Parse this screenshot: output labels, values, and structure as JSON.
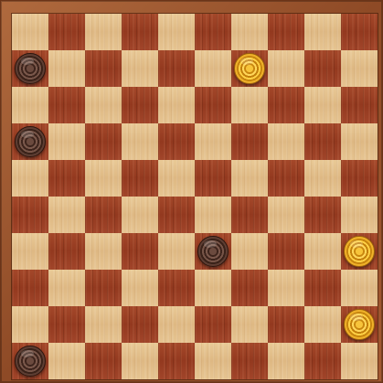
{
  "board": {
    "size": 10,
    "colors": {
      "light_square": "#e2bf8b",
      "dark_square": "#9a3f24",
      "frame": "#a35a32",
      "dark_piece": "#5e3e33",
      "light_piece": "#f0b12a"
    },
    "pieces": [
      {
        "row": 1,
        "col": 0,
        "color": "dark",
        "icon": "dark-checker-icon"
      },
      {
        "row": 1,
        "col": 6,
        "color": "light",
        "icon": "light-checker-icon"
      },
      {
        "row": 3,
        "col": 0,
        "color": "dark",
        "icon": "dark-checker-icon"
      },
      {
        "row": 6,
        "col": 5,
        "color": "dark",
        "icon": "dark-checker-icon"
      },
      {
        "row": 6,
        "col": 9,
        "color": "light",
        "icon": "light-checker-icon"
      },
      {
        "row": 8,
        "col": 9,
        "color": "light",
        "icon": "light-checker-icon"
      },
      {
        "row": 9,
        "col": 0,
        "color": "dark",
        "icon": "dark-checker-icon"
      }
    ]
  }
}
